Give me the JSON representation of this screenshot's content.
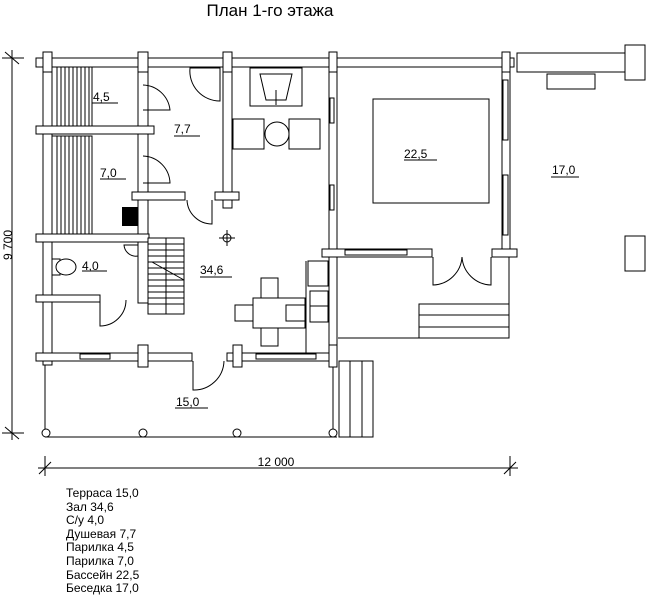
{
  "title": "План 1-го этажа",
  "dimensions": {
    "height": "9 700",
    "width": "12 000"
  },
  "rooms": {
    "sauna1": "4,5",
    "shower": "7,7",
    "sauna2": "7,0",
    "wc": "4,0",
    "hall": "34,6",
    "terrace": "15,0",
    "pool": "22,5",
    "gazebo": "17,0"
  },
  "legend": [
    "Терраса 15,0",
    "Зал 34,6",
    "С/у 4,0",
    "Душевая 7,7",
    "Парилка 4,5",
    "Парилка 7,0",
    "Бассейн 22,5",
    "Беседка 17,0"
  ]
}
